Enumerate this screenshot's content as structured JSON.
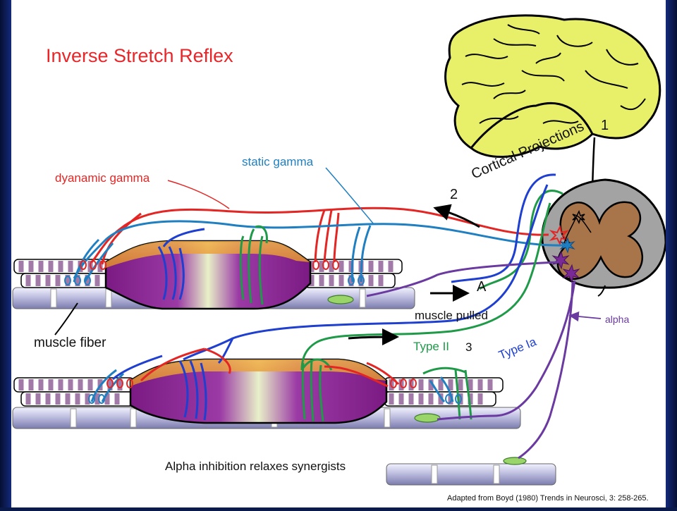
{
  "title": "Inverse Stretch Reflex",
  "labels": {
    "dynamic_gamma": "dyanamic gamma",
    "static_gamma": "static gamma",
    "cortical_projections": "Cortical Projections",
    "num_1": "1",
    "num_2": "2",
    "num_3": "3",
    "letter_a": "A",
    "muscle_pulled": "muscle pulled",
    "muscle_fiber": "muscle fiber",
    "alpha": "alpha",
    "type_ii": "Type II",
    "type_ia": "Type Ia",
    "alpha_inhibition": "Alpha inhibition relaxes synergists",
    "citation": "Adapted from Boyd (1980) Trends in Neurosci, 3: 258-265."
  },
  "colors": {
    "title": "#e8262a",
    "dynamic_gamma": "#e32624",
    "static_gamma": "#1f7fc1",
    "type_ii": "#1f9a48",
    "type_ia": "#1e3fcf",
    "alpha": "#6a3aa0",
    "brain": "#e8f06a",
    "spinal_outer": "#a3a3a3",
    "grey_matter": "#a8744a",
    "border": "#0a1a4a"
  }
}
